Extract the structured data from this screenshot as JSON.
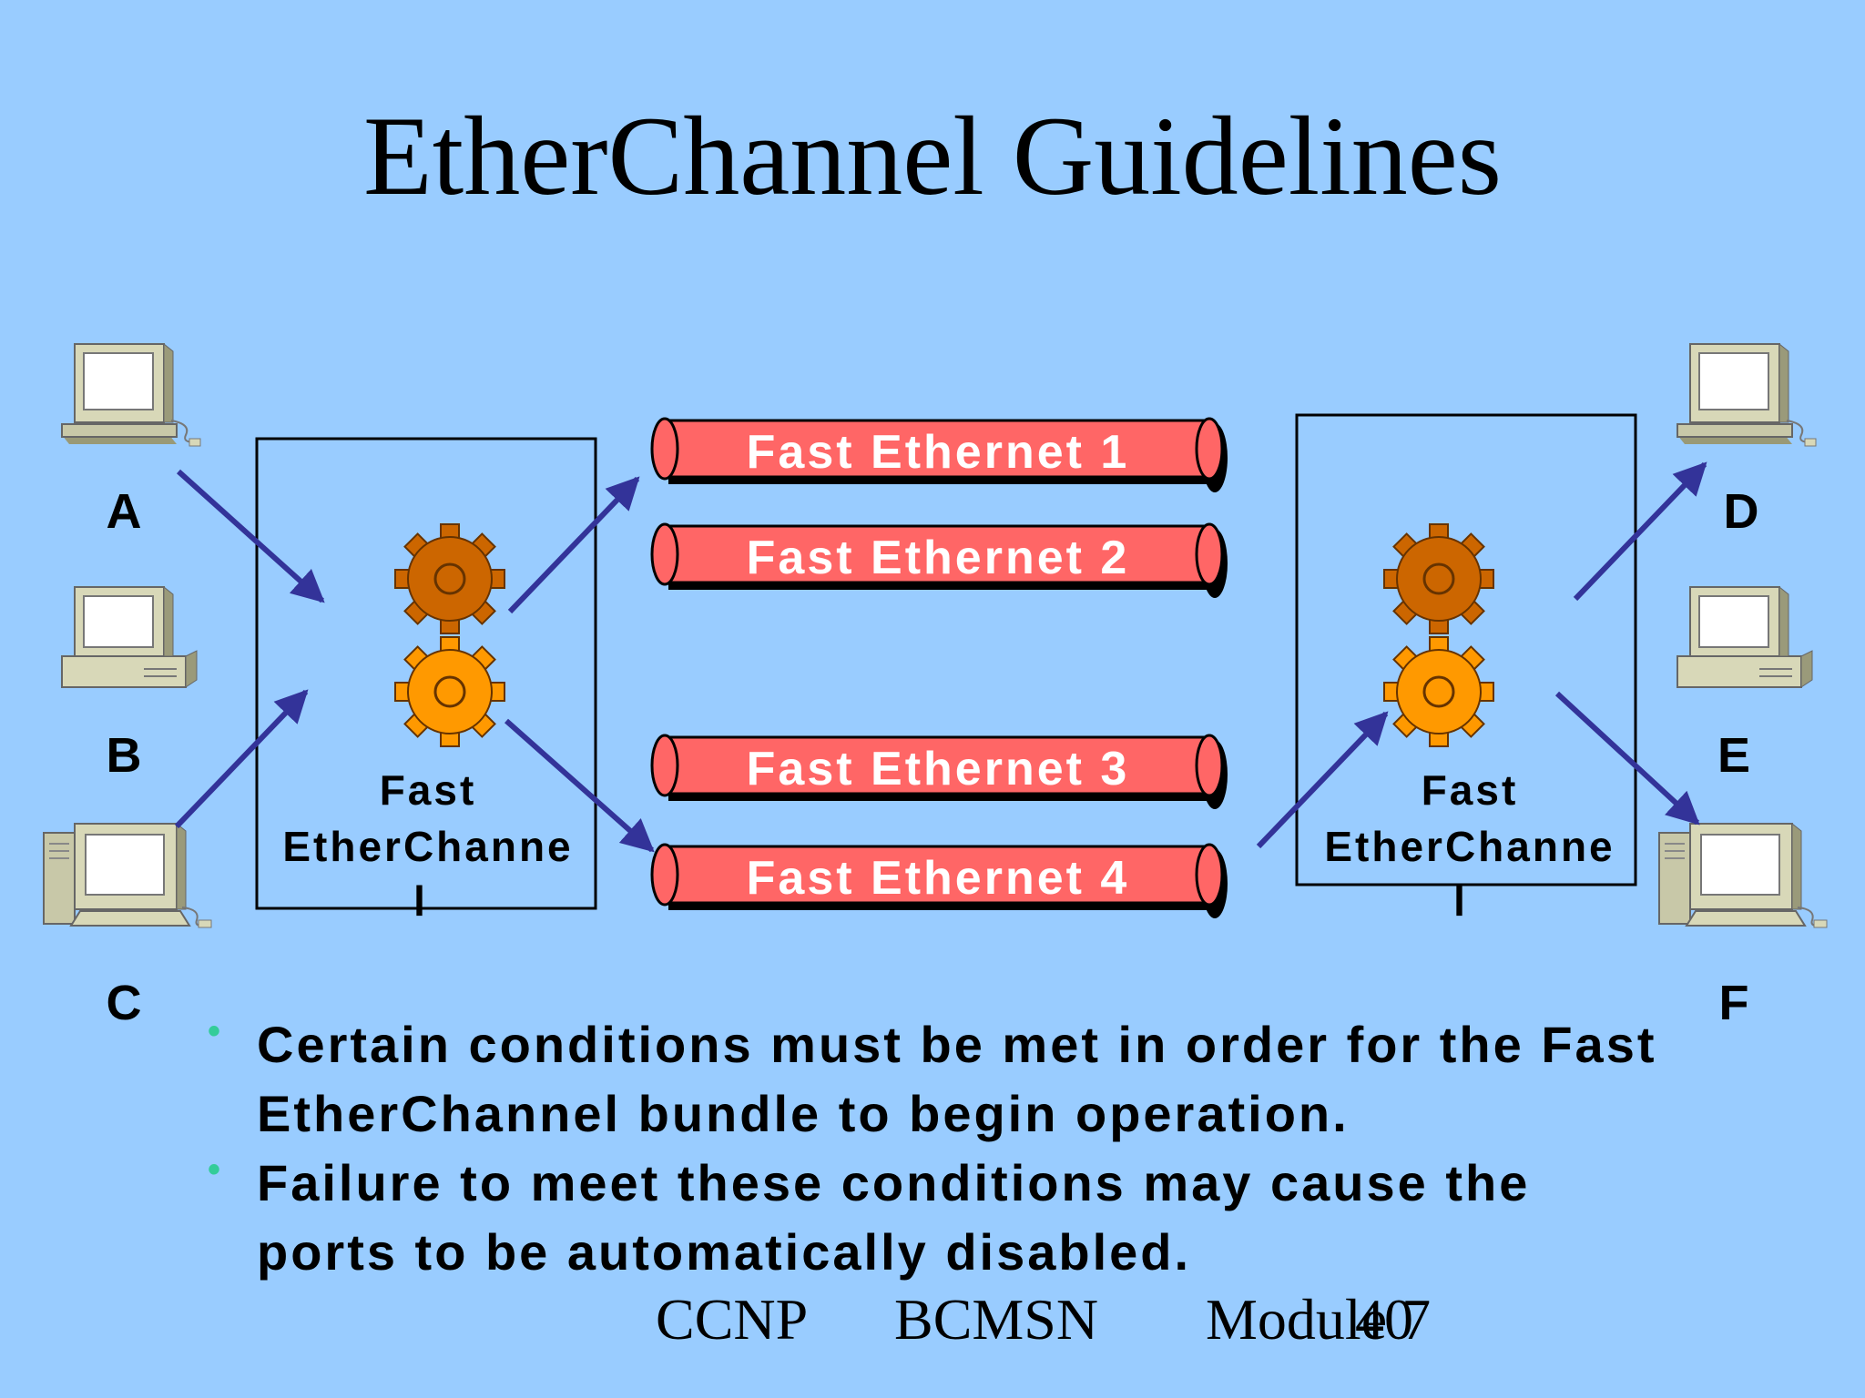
{
  "title": "EtherChannel Guidelines",
  "hosts": {
    "a": "A",
    "b": "B",
    "c": "C",
    "d": "D",
    "e": "E",
    "f": "F"
  },
  "links": [
    "Fast Ethernet 1",
    "Fast Ethernet 2",
    "Fast Ethernet 3",
    "Fast Ethernet 4"
  ],
  "left_switch": {
    "line1": "Fast",
    "line2": "EtherChanne",
    "line3": "l"
  },
  "right_switch": {
    "line1": "Fast",
    "line2": "EtherChanne",
    "line3": "l"
  },
  "bullets": [
    "Certain conditions must be met in order for the Fast EtherChannel bundle to begin operation.",
    "Failure to meet these conditions may cause the ports to be automatically disabled."
  ],
  "bullet_glyph": "•",
  "footer": {
    "course": "CCNP",
    "subject": "BCMSN",
    "module": "Module 7",
    "page": "40"
  },
  "colors": {
    "background": "#99ccff",
    "link_fill": "#ff6666",
    "arrow": "#333399",
    "gear_dark": "#cc6600",
    "gear_light": "#ff9900",
    "bullet": "#33cc99"
  }
}
